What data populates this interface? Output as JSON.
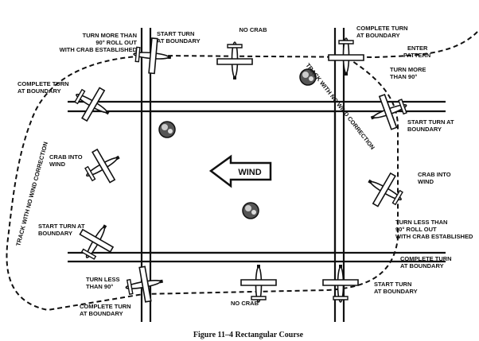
{
  "labels": {
    "tl_turn": [
      "TURN MORE THAN",
      "90° ROLL OUT",
      "WITH CRAB ESTABLISHED"
    ],
    "top_start": [
      "START TURN",
      "AT BOUNDARY"
    ],
    "top_nocrab": "NO CRAB",
    "tr_complete": [
      "COMPLETE TURN",
      "AT BOUNDARY"
    ],
    "enter": [
      "ENTER",
      "PATTERN"
    ],
    "tr_turn": [
      "TURN MORE",
      "THAN 90°"
    ],
    "track_right": "TRACK WITH NO WIND CORRECTION",
    "right_start": [
      "START TURN AT",
      "BOUNDARY"
    ],
    "right_crab": [
      "CRAB INTO",
      "WIND"
    ],
    "br_turn": [
      "TURN LESS THAN",
      "90° ROLL OUT",
      "WITH CRAB ESTABLISHED"
    ],
    "br_complete": [
      "COMPLETE TURN",
      "AT BOUNDARY"
    ],
    "bottom_start": [
      "START TURN",
      "AT BOUNDARY"
    ],
    "bottom_nocrab": "NO CRAB",
    "bl_complete": [
      "COMPLETE TURN",
      "AT BOUNDARY"
    ],
    "bl_turn": [
      "TURN LESS",
      "THAN 90°"
    ],
    "left_start": [
      "START TURN AT",
      "BOUNDARY"
    ],
    "left_crab": [
      "CRAB INTO",
      "WIND"
    ],
    "track_left": "TRACK WITH NO WIND CORRECTION",
    "tl_complete": [
      "COMPLETE TURN",
      "AT BOUNDARY"
    ],
    "wind": "WIND"
  },
  "caption": "Figure 11–4  Rectangular Course"
}
